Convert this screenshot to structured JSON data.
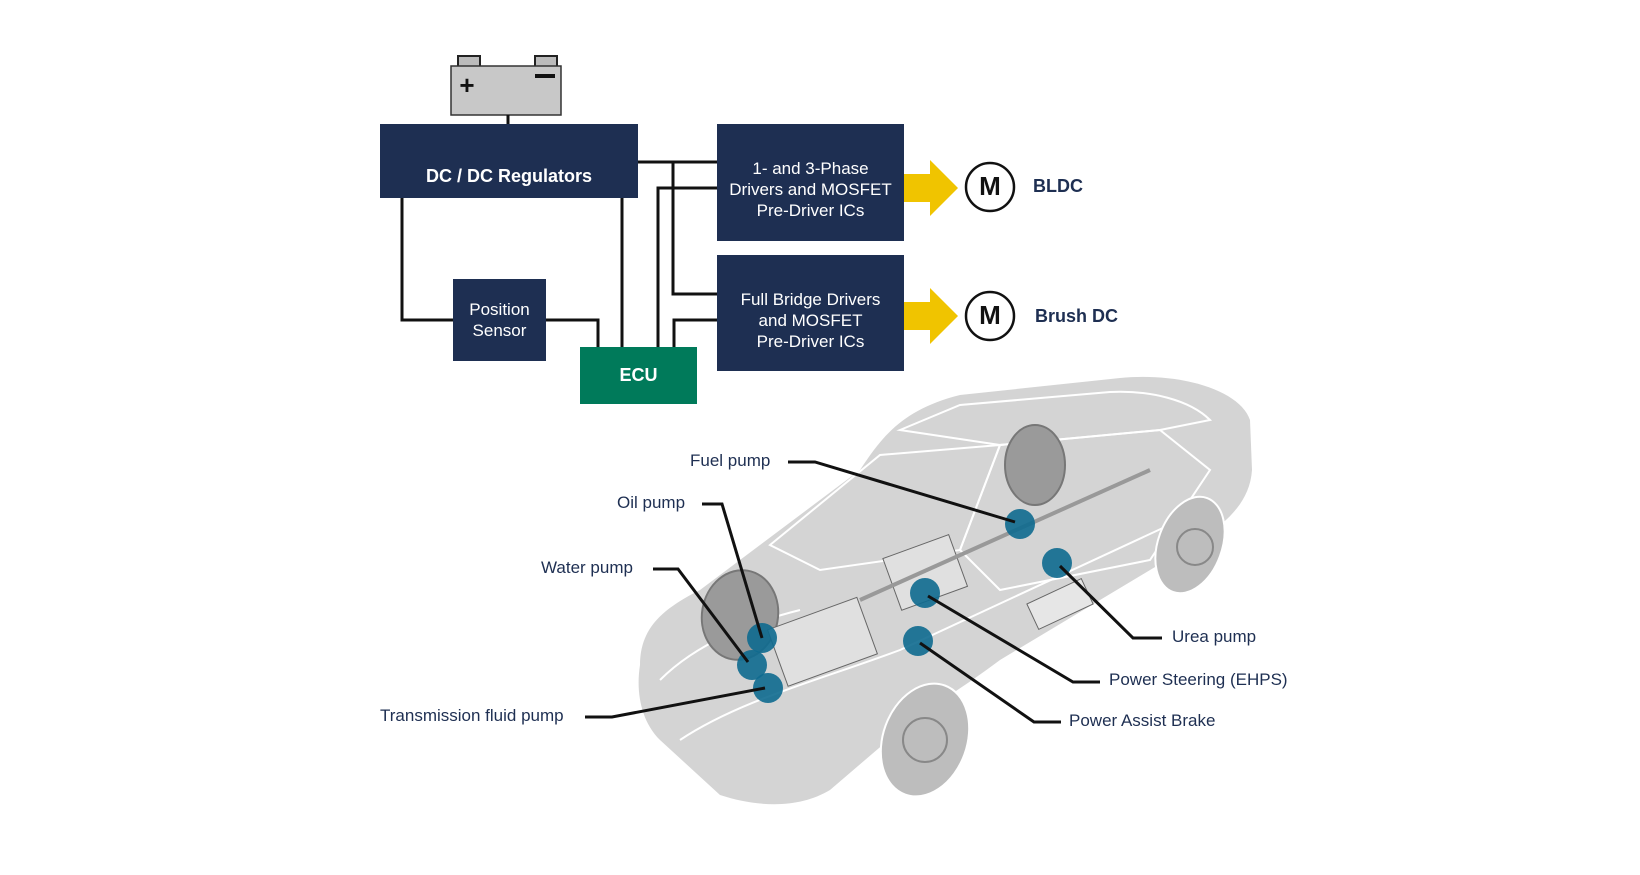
{
  "diagram": {
    "battery": {
      "positive_symbol": "+",
      "negative_symbol": "−"
    },
    "blocks": {
      "dcdc": "DC / DC Regulators",
      "position_sensor": "Position\nSensor",
      "ecu": "ECU",
      "phase_drivers": "1- and 3-Phase\nDrivers and MOSFET\nPre-Driver ICs",
      "bridge_drivers": "Full Bridge Drivers\nand  MOSFET\nPre-Driver ICs"
    },
    "motors": [
      {
        "symbol": "M",
        "label": "BLDC"
      },
      {
        "symbol": "M",
        "label": "Brush DC"
      }
    ],
    "colors": {
      "navy": "#1e2f52",
      "ecu_green": "#007a5a",
      "arrow_yellow": "#f0c400",
      "pump_marker": "#0e6a8f",
      "car_body": "#d4d4d4"
    }
  },
  "callouts": [
    {
      "label": "Fuel pump"
    },
    {
      "label": "Oil pump"
    },
    {
      "label": "Water pump"
    },
    {
      "label": "Transmission fluid pump"
    },
    {
      "label": "Urea pump"
    },
    {
      "label": "Power Steering (EHPS)"
    },
    {
      "label": "Power Assist Brake"
    }
  ]
}
